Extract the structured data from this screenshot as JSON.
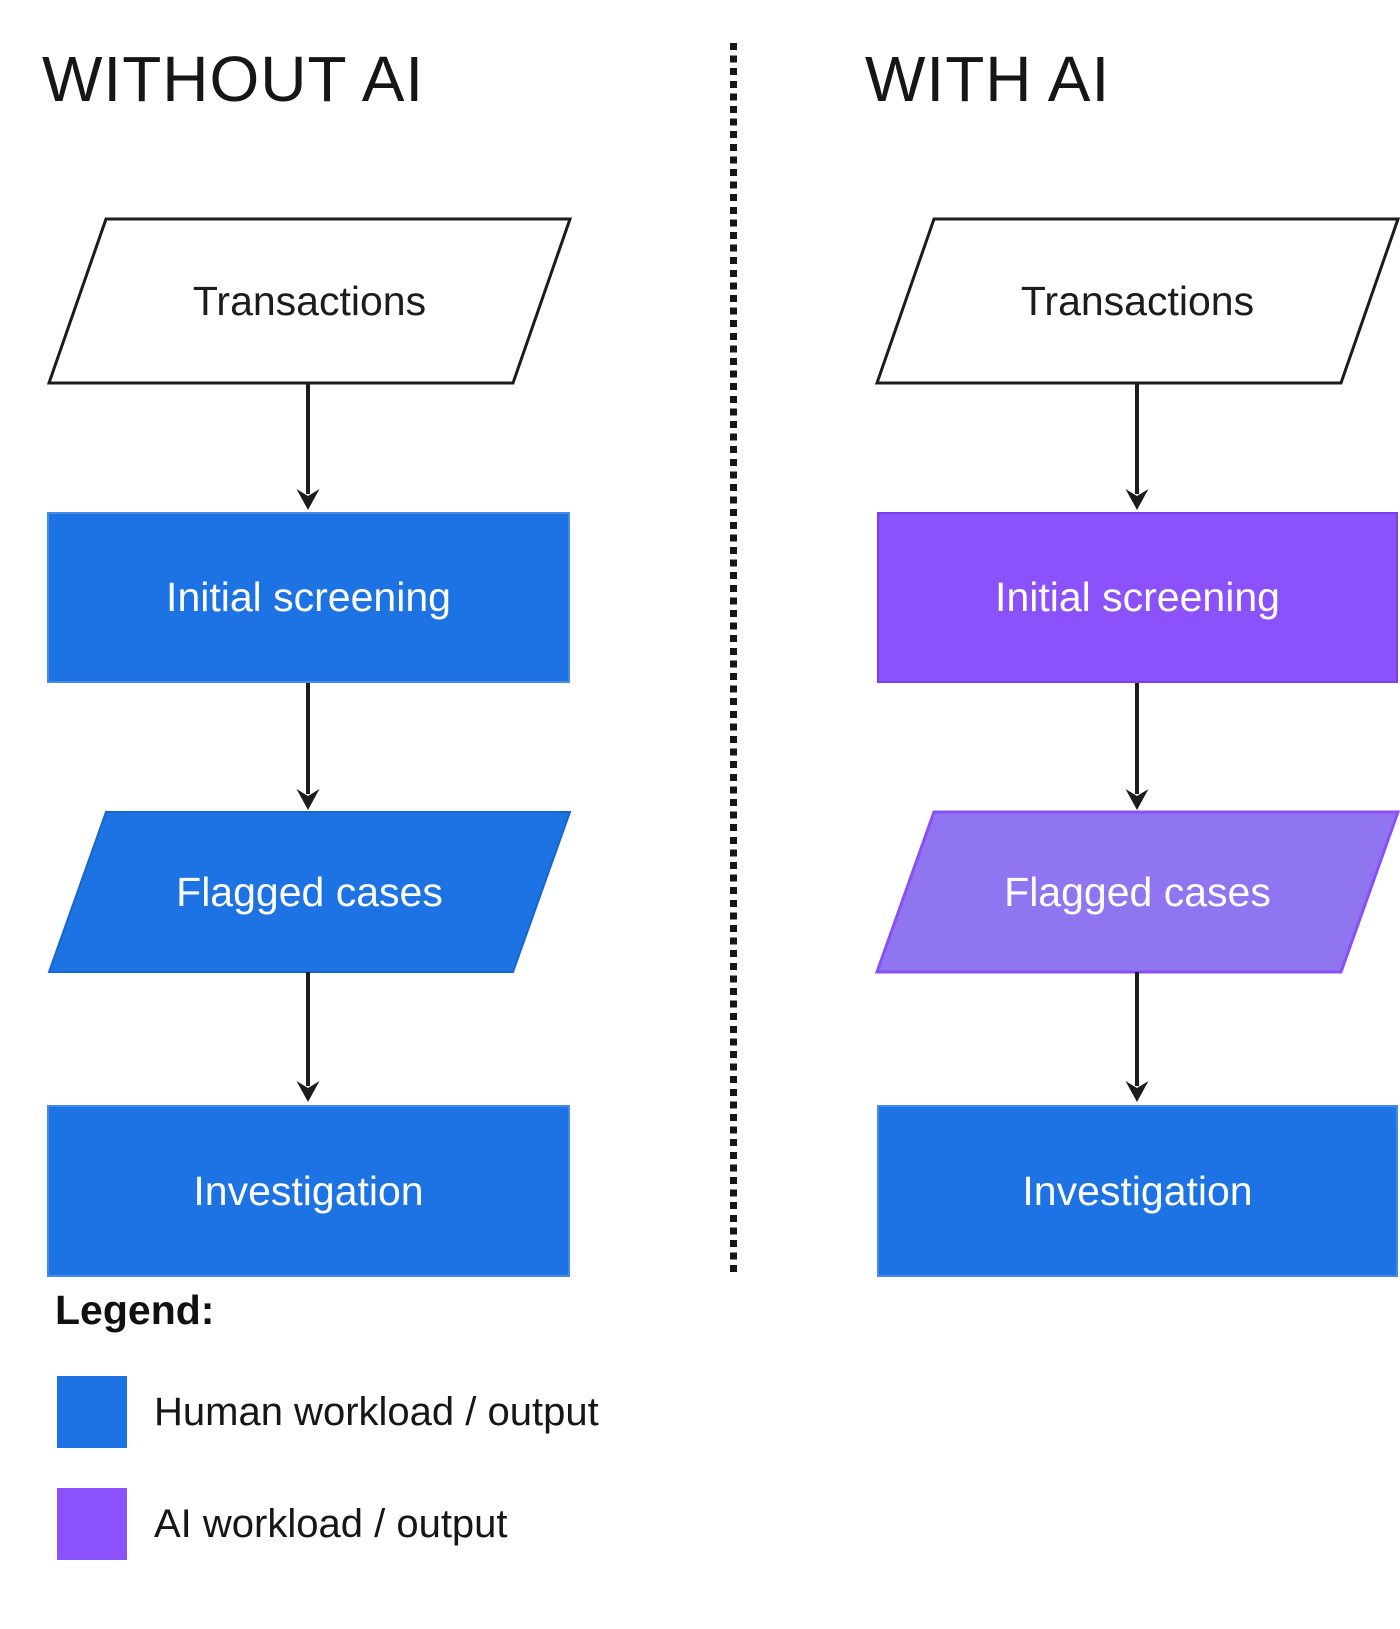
{
  "columns": [
    {
      "id": "without-ai",
      "title": "WITHOUT AI",
      "nodes": [
        {
          "label": "Transactions",
          "shape": "parallelogram",
          "variant": "plain"
        },
        {
          "label": "Initial screening",
          "shape": "rect",
          "variant": "human"
        },
        {
          "label": "Flagged cases",
          "shape": "parallelogram",
          "variant": "human"
        },
        {
          "label": "Investigation",
          "shape": "rect",
          "variant": "human"
        }
      ]
    },
    {
      "id": "with-ai",
      "title": "WITH AI",
      "nodes": [
        {
          "label": "Transactions",
          "shape": "parallelogram",
          "variant": "plain"
        },
        {
          "label": "Initial screening",
          "shape": "rect",
          "variant": "ai"
        },
        {
          "label": "Flagged cases",
          "shape": "parallelogram",
          "variant": "ai-light"
        },
        {
          "label": "Investigation",
          "shape": "rect",
          "variant": "human"
        }
      ]
    }
  ],
  "legend": {
    "heading": "Legend:",
    "items": [
      {
        "label": "Human workload / output",
        "color": "#1d73e3"
      },
      {
        "label": "AI workload / output",
        "color": "#8b51fa"
      }
    ]
  },
  "colors": {
    "human": "#1d73e3",
    "ai": "#8b51fa",
    "ai_light": "#8f75f0",
    "ai_border": "#8a4ff5",
    "ink": "#1c1c1c"
  }
}
